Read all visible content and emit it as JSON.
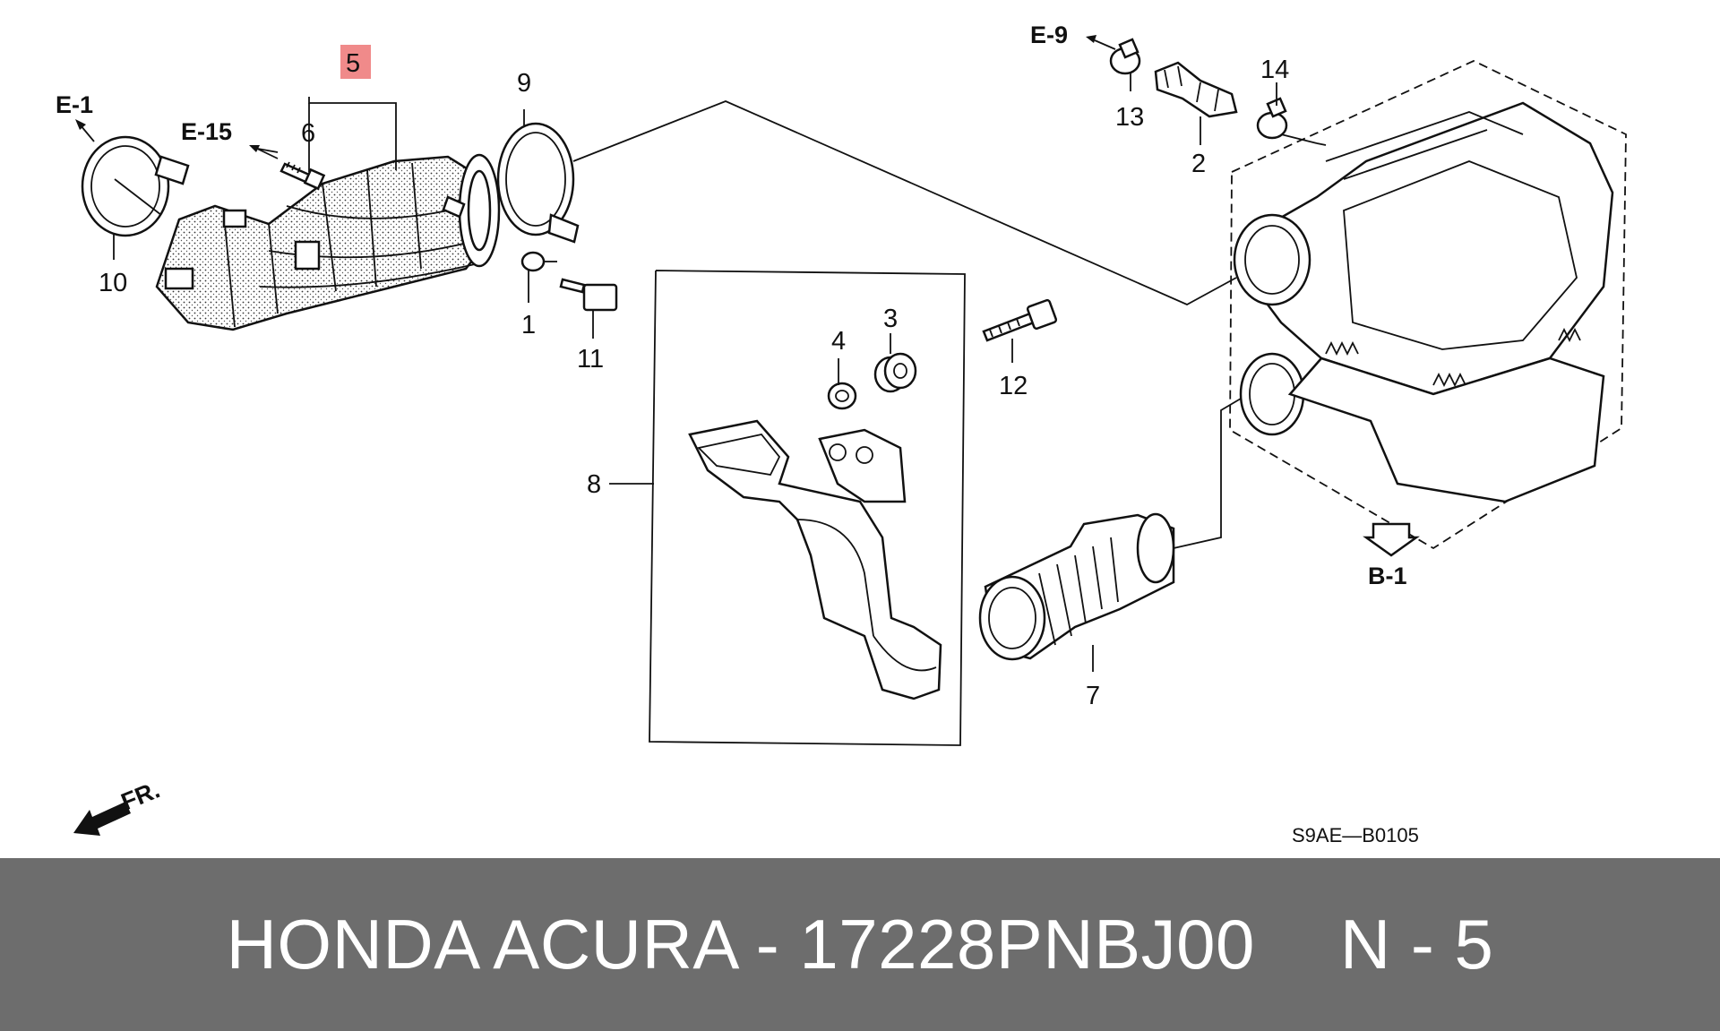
{
  "callouts": {
    "c1": "1",
    "c2": "2",
    "c3": "3",
    "c4": "4",
    "c5": "5",
    "c6": "6",
    "c7": "7",
    "c8": "8",
    "c9": "9",
    "c10": "10",
    "c11": "11",
    "c12": "12",
    "c13": "13",
    "c14": "14"
  },
  "refs": {
    "e1": "E-1",
    "e15": "E-15",
    "e9": "E-9",
    "b1": "B-1",
    "fr": "FR."
  },
  "diagram_code": "S9AE—B0105",
  "footer": {
    "brand_part": "HONDA ACURA - 17228PNBJ00",
    "ref": "N - 5"
  },
  "colors": {
    "highlight": "#f08a8a",
    "footer_bg": "#6d6d6d",
    "footer_text": "#ffffff"
  }
}
